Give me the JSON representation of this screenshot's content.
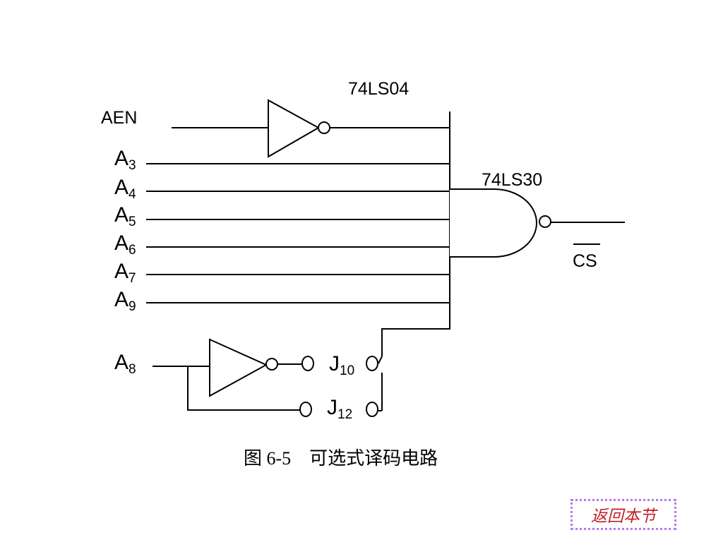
{
  "labels": {
    "chip_inverter": "74LS04",
    "chip_nand": "74LS30",
    "aen": "AEN",
    "a3": {
      "base": "A",
      "sub": "3"
    },
    "a4": {
      "base": "A",
      "sub": "4"
    },
    "a5": {
      "base": "A",
      "sub": "5"
    },
    "a6": {
      "base": "A",
      "sub": "6"
    },
    "a7": {
      "base": "A",
      "sub": "7"
    },
    "a9": {
      "base": "A",
      "sub": "9"
    },
    "a8": {
      "base": "A",
      "sub": "8"
    },
    "j10": {
      "base": "J",
      "sub": "10"
    },
    "j12": {
      "base": "J",
      "sub": "12"
    },
    "cs": "CS"
  },
  "caption": "图 6-5　可选式译码电路",
  "nav": {
    "back_label": "返回本节"
  },
  "colors": {
    "back_text": "#c0202a",
    "back_border": "#b77ae8"
  }
}
